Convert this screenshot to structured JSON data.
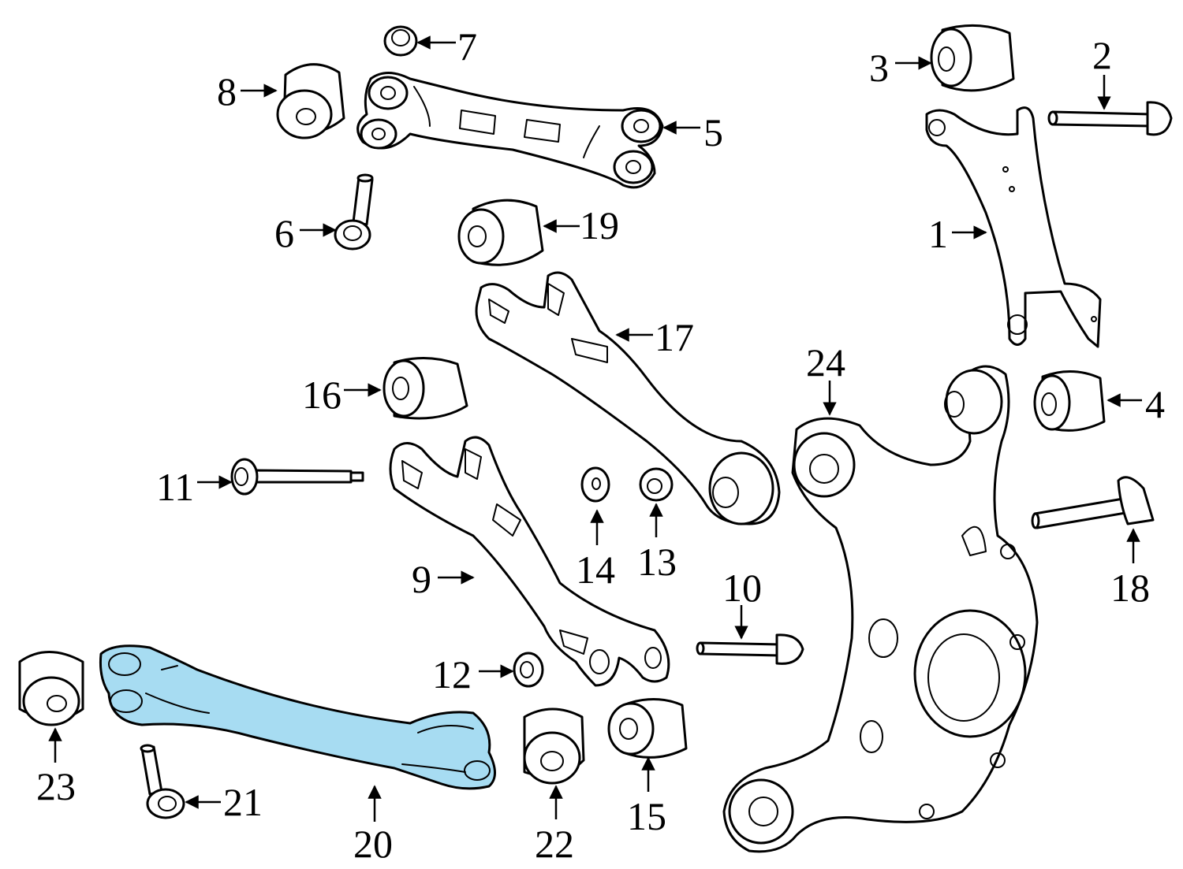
{
  "diagram": {
    "highlight_color": "#a7dcf2",
    "callouts": [
      {
        "id": "c1",
        "label": "1"
      },
      {
        "id": "c2",
        "label": "2"
      },
      {
        "id": "c3",
        "label": "3"
      },
      {
        "id": "c4",
        "label": "4"
      },
      {
        "id": "c5",
        "label": "5"
      },
      {
        "id": "c6",
        "label": "6"
      },
      {
        "id": "c7",
        "label": "7"
      },
      {
        "id": "c8",
        "label": "8"
      },
      {
        "id": "c9",
        "label": "9"
      },
      {
        "id": "c10",
        "label": "10"
      },
      {
        "id": "c11",
        "label": "11"
      },
      {
        "id": "c12",
        "label": "12"
      },
      {
        "id": "c13",
        "label": "13"
      },
      {
        "id": "c14",
        "label": "14"
      },
      {
        "id": "c15",
        "label": "15"
      },
      {
        "id": "c16",
        "label": "16"
      },
      {
        "id": "c17",
        "label": "17"
      },
      {
        "id": "c18",
        "label": "18"
      },
      {
        "id": "c19",
        "label": "19"
      },
      {
        "id": "c20",
        "label": "20"
      },
      {
        "id": "c21",
        "label": "21"
      },
      {
        "id": "c22",
        "label": "22"
      },
      {
        "id": "c23",
        "label": "23"
      },
      {
        "id": "c24",
        "label": "24"
      }
    ]
  }
}
